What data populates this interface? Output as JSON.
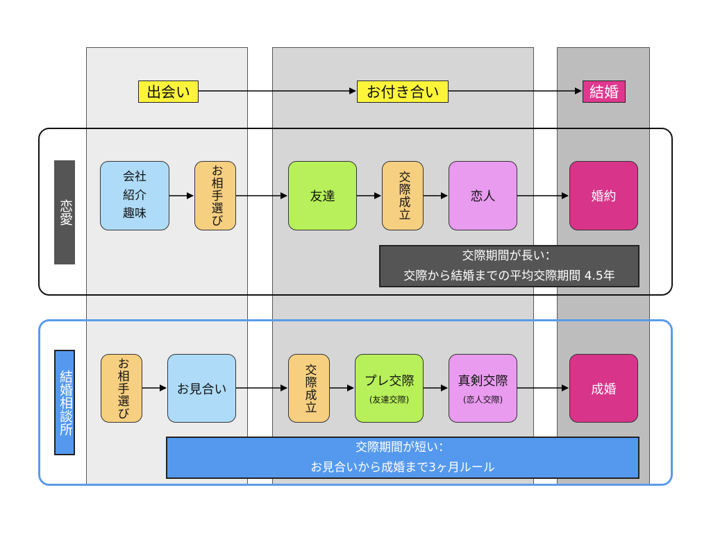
{
  "colors": {
    "col_meet": "#ececec",
    "col_dating": "#d6d6d6",
    "col_marriage": "#bdbdbd",
    "stage_yellow": "#fef43a",
    "stage_magenta": "#e0388f",
    "label_dark": "#555555",
    "label_blue": "#5599ee",
    "note_dark": "#555555",
    "note_blue": "#5599ee",
    "node_blue": "#aedcf8",
    "node_orange": "#f6cf80",
    "node_green": "#b7f05a",
    "node_violet": "#e99bf0",
    "node_pink": "#d8358a",
    "section_love_border": "#111111",
    "section_agency_border": "#5b9be8"
  },
  "stages": {
    "meet": "出会い",
    "dating": "お付き合い",
    "marriage": "結婚"
  },
  "love": {
    "label": "恋愛",
    "nodes": {
      "sources": [
        "会社",
        "紹介",
        "趣味"
      ],
      "choose": "お相手選び",
      "friend": "友達",
      "start": "交際成立",
      "lover": "恋人",
      "engagement": "婚約"
    },
    "note": {
      "line1": "交際期間が長い：",
      "line2": "交際から結婚までの平均交際期間 4.5年"
    }
  },
  "agency": {
    "label": "結婚相談所",
    "nodes": {
      "choose": "お相手選び",
      "omiai": "お見合い",
      "start": "交際成立",
      "pre_title": "プレ交際",
      "pre_sub": "(友達交際)",
      "serious_title": "真剣交際",
      "serious_sub": "(恋人交際)",
      "married": "成婚"
    },
    "note": {
      "line1": "交際期間が短い：",
      "line2": "お見合いから成婚まで3ヶ月ルール"
    }
  }
}
